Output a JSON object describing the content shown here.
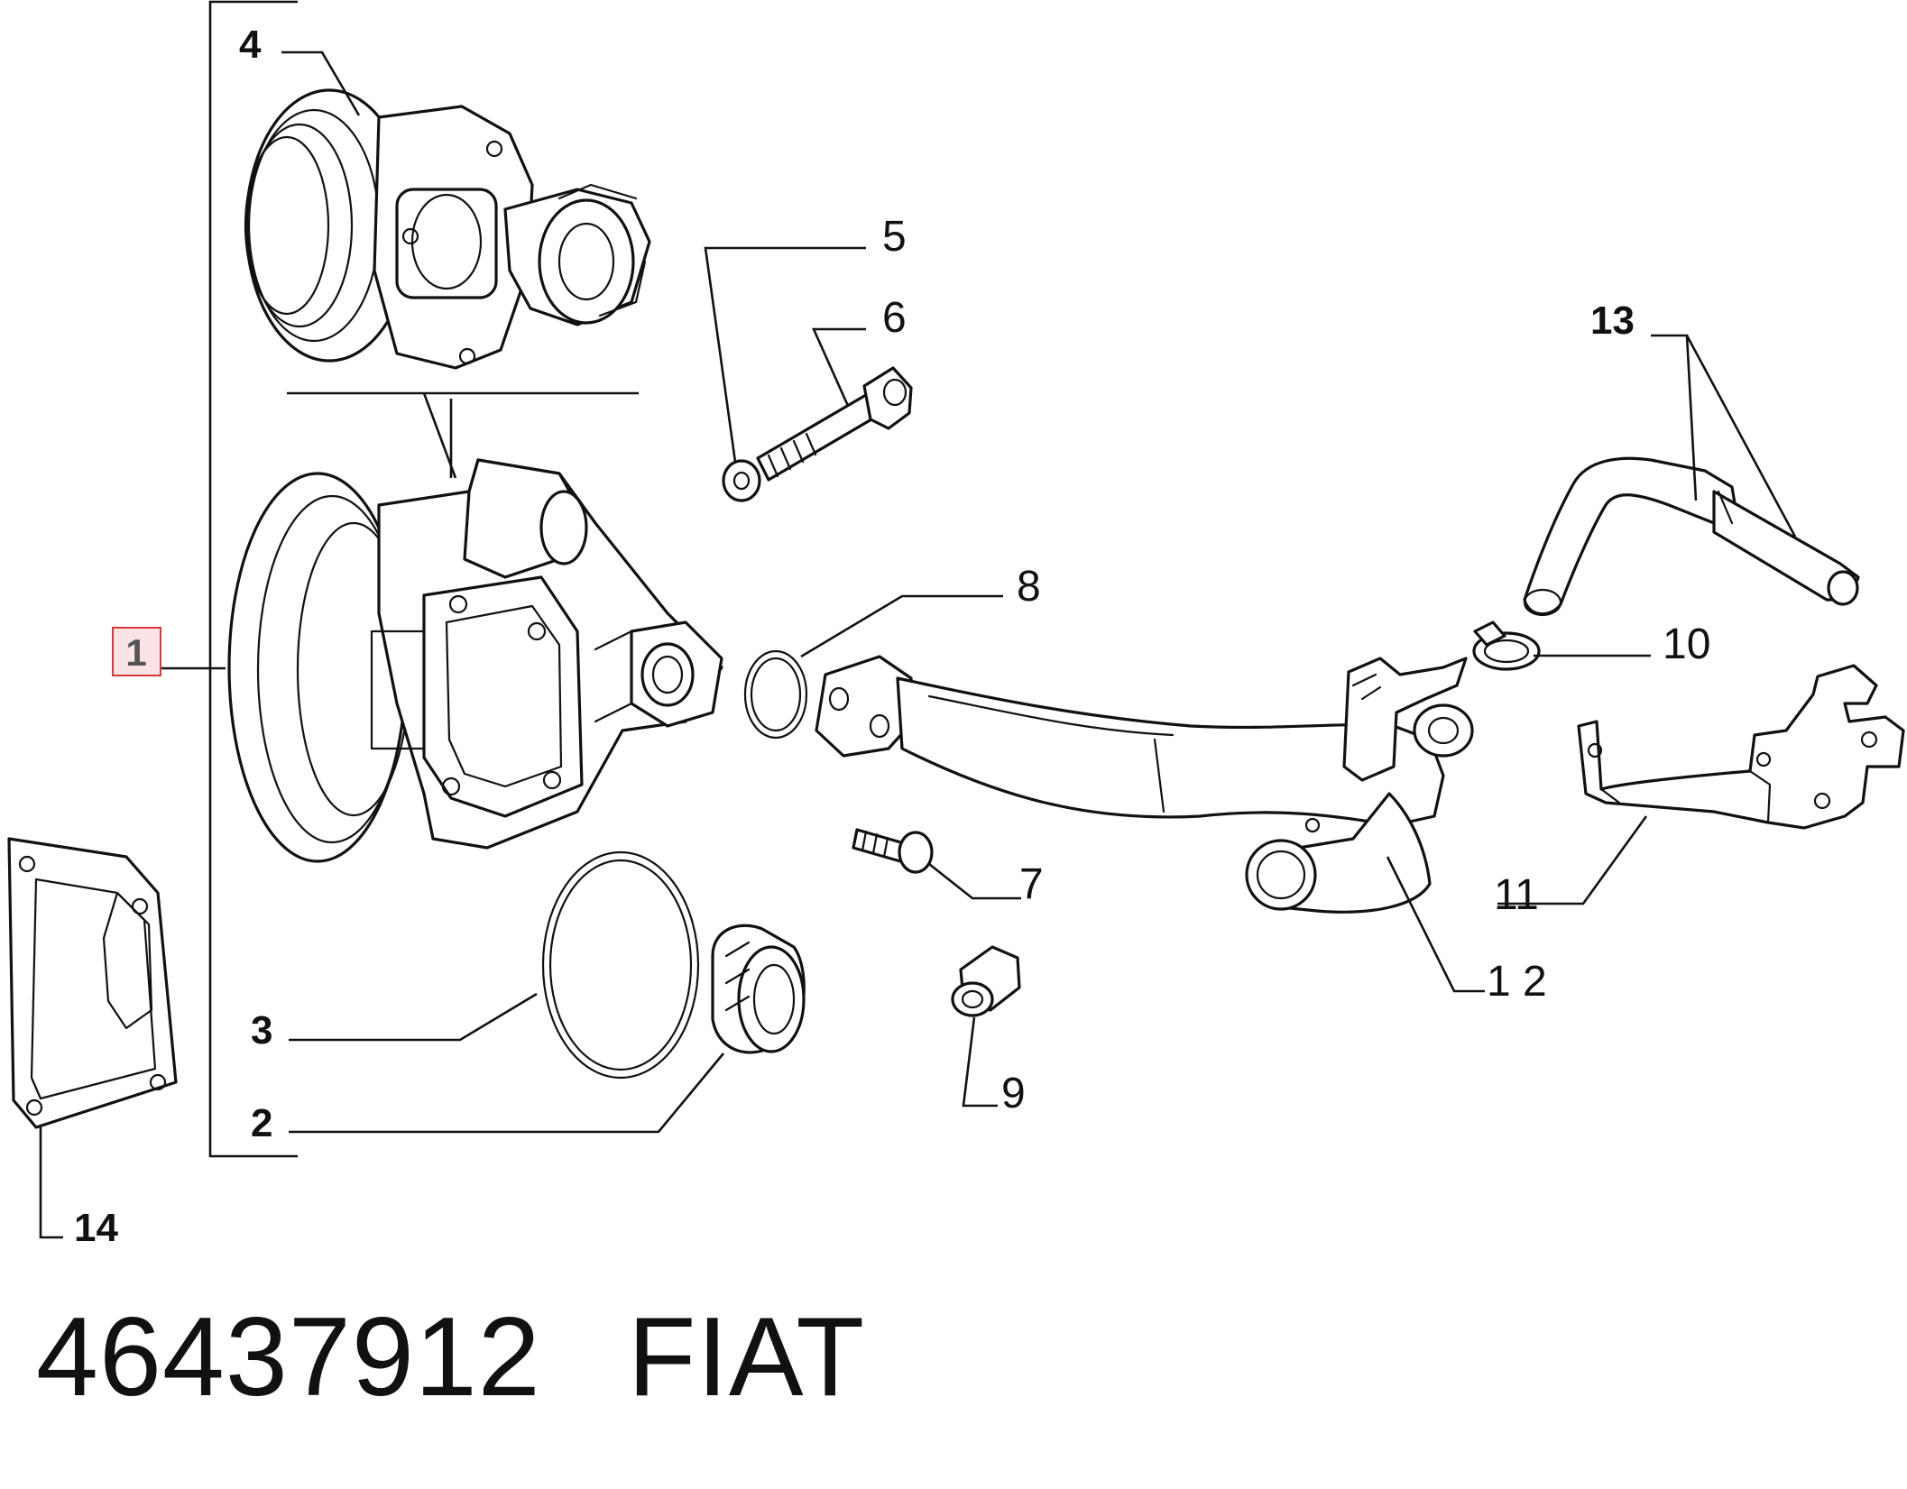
{
  "callouts": {
    "c1": "1",
    "c2": "2",
    "c3": "3",
    "c4": "4",
    "c5": "5",
    "c6": "6",
    "c7": "7",
    "c8": "8",
    "c9": "9",
    "c10": "10",
    "c11": "11",
    "c12": "1 2",
    "c13": "13",
    "c14": "14"
  },
  "highlighted_callout": "1",
  "footer": {
    "part_number": "46437912",
    "brand": "FIAT"
  },
  "colors": {
    "line": "#111111",
    "highlight_fill": "#fbe3e6",
    "highlight_border": "#d9363e",
    "highlight_text": "#555555"
  }
}
